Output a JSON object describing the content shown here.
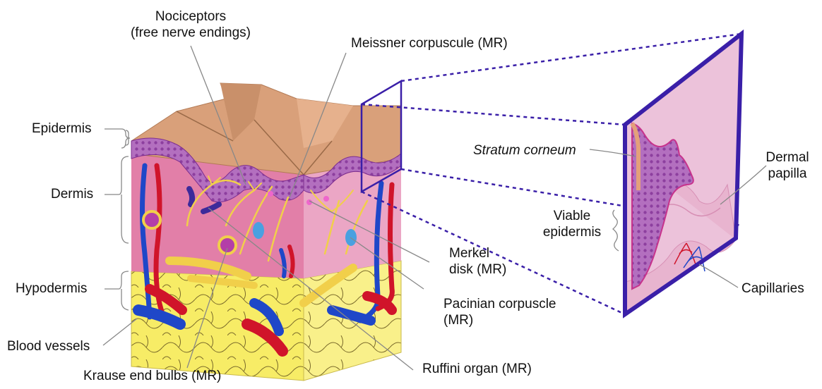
{
  "labels": {
    "nociceptors_line1": "Nociceptors",
    "nociceptors_line2": "(free nerve endings)",
    "meissner": "Meissner corpuscule (MR)",
    "epidermis": "Epidermis",
    "dermis": "Dermis",
    "hypodermis": "Hypodermis",
    "blood_vessels": "Blood vessels",
    "krause": "Krause end bulbs (MR)",
    "ruffini": "Ruffini organ (MR)",
    "merkel_line1": "Merkel",
    "merkel_line2": "disk (MR)",
    "pacinian_line1": "Pacinian corpuscle",
    "pacinian_line2": "(MR)",
    "stratum_corneum": "Stratum corneum",
    "viable_line1": "Viable",
    "viable_line2": "epidermis",
    "dermal_line1": "Dermal",
    "dermal_line2": "papilla",
    "capillaries": "Capillaries"
  },
  "colors": {
    "epidermis": "#b777c0",
    "dermis": "#e27fa8",
    "dermis_side": "#eba6c5",
    "hypodermis": "#f7ec66",
    "surface": "#d9a07a",
    "nerve": "#f1cf4a",
    "artery": "#d0142a",
    "vein": "#1f47c8",
    "zoom_frame": "#3a1fa8"
  }
}
